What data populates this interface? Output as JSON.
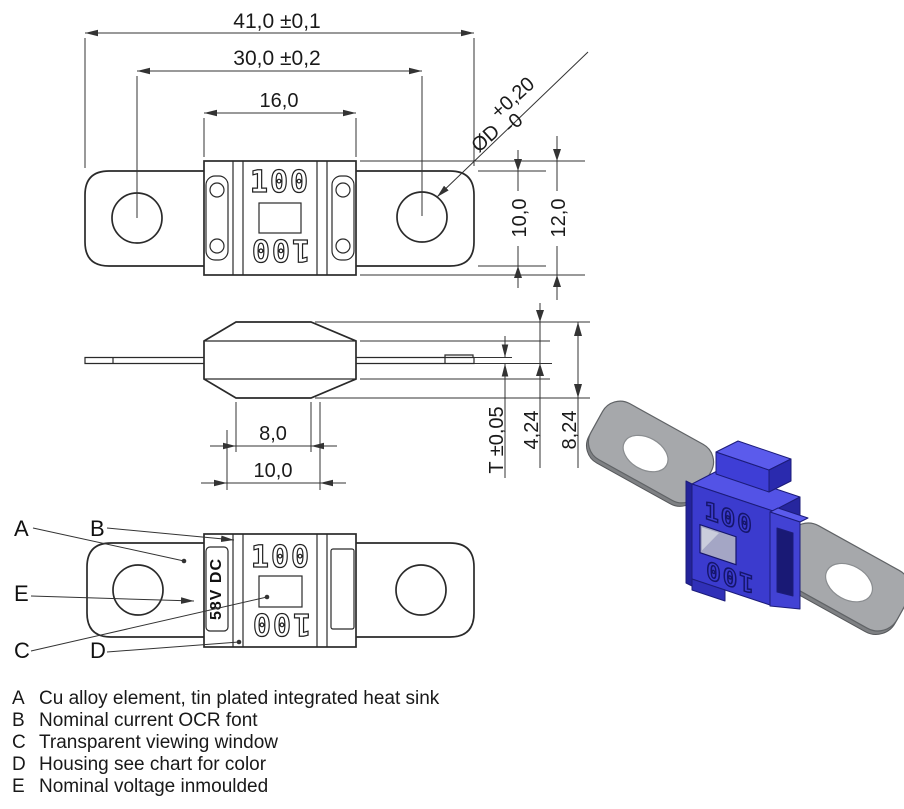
{
  "top_view": {
    "dim_total_length": "41,0 ±0,1",
    "dim_hole_spacing": "30,0 ±0,2",
    "dim_body_width": "16,0",
    "dim_terminal_height": "10,0",
    "dim_body_height": "12,0",
    "hole_dia_prefix": "ØD",
    "hole_dia_tol_plus": "+0,20",
    "hole_dia_tol_minus": "-0",
    "marking_current": "100"
  },
  "side_view": {
    "dim_foot_width": "8,0",
    "dim_base_width": "10,0",
    "dim_blade_thickness": "T ±0,05",
    "dim_blade_offset": "4,24",
    "dim_total_height": "8,24"
  },
  "bottom_view": {
    "marking_current": "100",
    "marking_voltage": "58V DC",
    "callouts": [
      "A",
      "B",
      "C",
      "D",
      "E"
    ]
  },
  "render_3d": {
    "marking_current": "100",
    "housing_color": "#3b3bce",
    "housing_dark_color": "#26269e",
    "housing_light_color": "#5b5bec",
    "terminal_color": "#a6a8ab",
    "window_color": "#aeb0c4"
  },
  "legend": {
    "items": [
      {
        "key": "A",
        "text": "Cu alloy element, tin plated integrated heat sink"
      },
      {
        "key": "B",
        "text": "Nominal current OCR font"
      },
      {
        "key": "C",
        "text": "Transparent viewing window"
      },
      {
        "key": "D",
        "text": "Housing see chart for color"
      },
      {
        "key": "E",
        "text": "Nominal voltage inmoulded"
      }
    ]
  }
}
